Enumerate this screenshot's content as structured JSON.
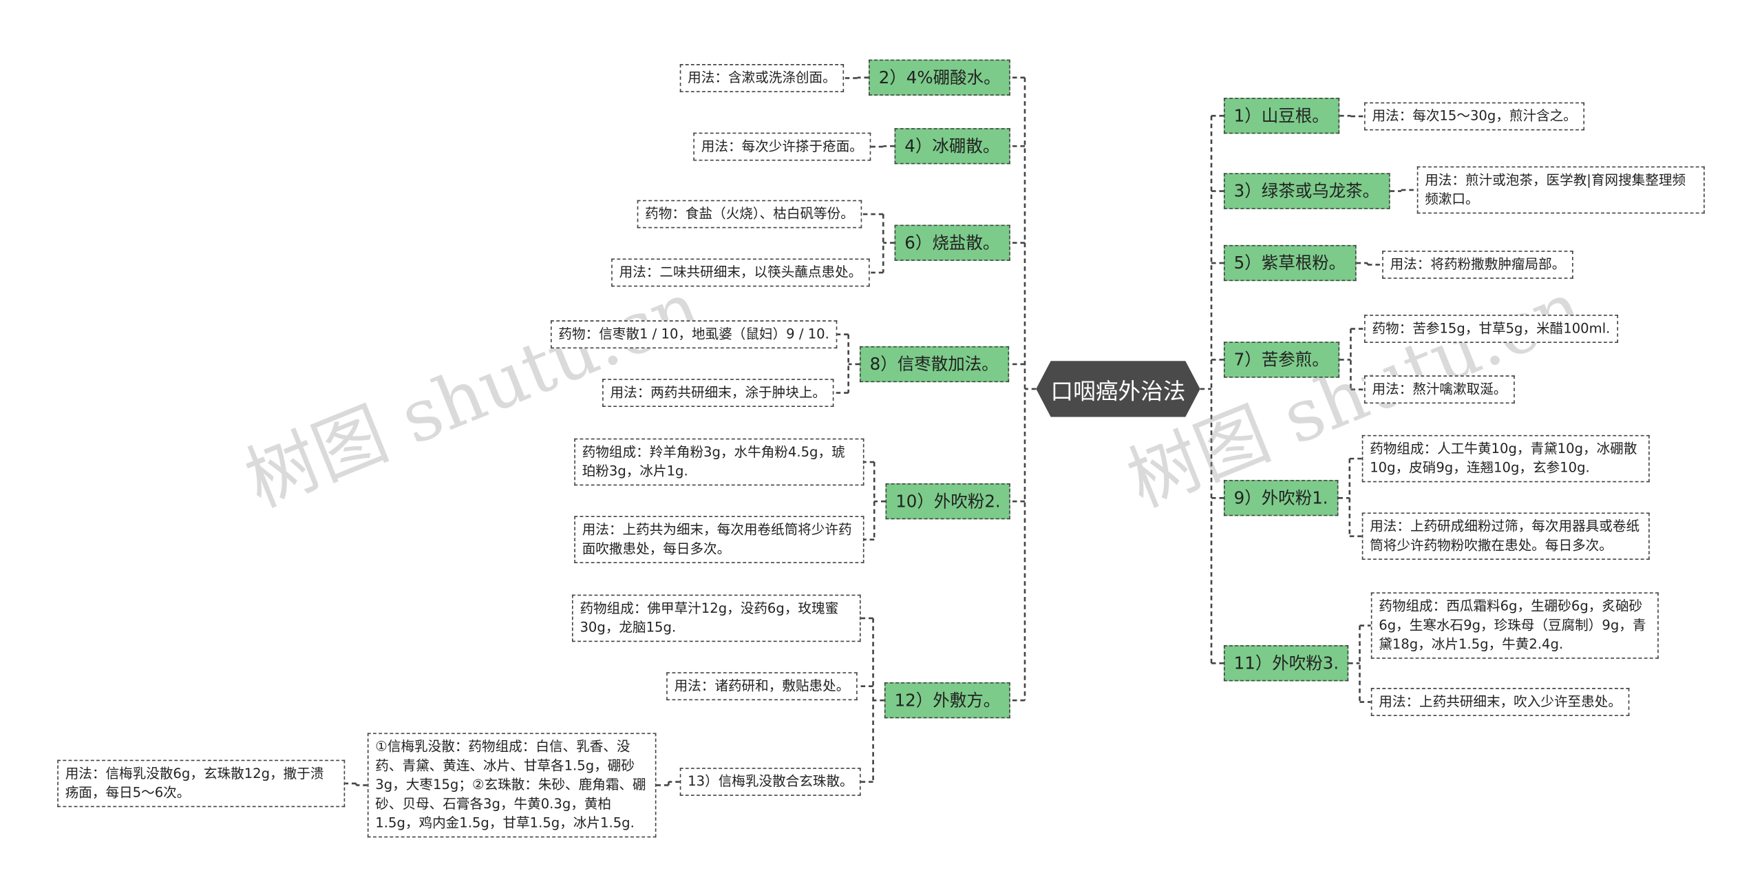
{
  "root": {
    "label": "口咽癌外治法"
  },
  "watermark": "树图 shutu.cn",
  "colors": {
    "branch_fill": "#7ccb8a",
    "root_fill": "#4a4a4a",
    "line": "#444444"
  },
  "left": {
    "b2": {
      "label": "2）4%硼酸水。",
      "c1": "用法：含漱或洗涤创面。"
    },
    "b4": {
      "label": "4）冰硼散。",
      "c1": "用法：每次少许搽于疮面。"
    },
    "b6": {
      "label": "6）烧盐散。",
      "c1": "药物：食盐（火烧）、枯白矾等份。",
      "c2": "用法：二味共研细末，以筷头蘸点患处。"
    },
    "b8": {
      "label": "8）信枣散加法。",
      "c1": "药物：信枣散1 / 10，地虱婆（鼠妇）9 / 10.",
      "c2": "用法：两药共研细末，涂于肿块上。"
    },
    "b10": {
      "label": "10）外吹粉2.",
      "c1": "药物组成：羚羊角粉3g，水牛角粉4.5g，琥珀粉3g，冰片1g.",
      "c2": "用法：上药共为细末，每次用卷纸筒将少许药面吹撒患处，每日多次。"
    },
    "b12": {
      "label": "12）外敷方。",
      "c1": "药物组成：佛甲草汁12g，没药6g，玫瑰蜜30g，龙脑15g.",
      "c2": "用法：诸药研和，敷贴患处。",
      "c3": "13）信梅乳没散合玄珠散。",
      "c3a": "①信梅乳没散：药物组成：白信、乳香、没药、青黛、黄连、冰片、甘草各1.5g，硼砂3g，大枣15g；②玄珠散：朱砂、鹿角霜、硼砂、贝母、石膏各3g，牛黄0.3g，黄柏1.5g，鸡内金1.5g，甘草1.5g，冰片1.5g.",
      "c3b": "用法：信梅乳没散6g，玄珠散12g，撒于溃疡面，每日5～6次。"
    }
  },
  "right": {
    "b1": {
      "label": "1）山豆根。",
      "c1": "用法：每次15～30g，煎汁含之。"
    },
    "b3": {
      "label": "3）绿茶或乌龙茶。",
      "c1": "用法：煎汁或泡茶，医学教|育网搜集整理频频漱口。"
    },
    "b5": {
      "label": "5）紫草根粉。",
      "c1": "用法：将药粉撒敷肿瘤局部。"
    },
    "b7": {
      "label": "7）苦参煎。",
      "c1": "药物：苦参15g，甘草5g，米醋100ml.",
      "c2": "用法：熬汁噙漱取涎。"
    },
    "b9": {
      "label": "9）外吹粉1.",
      "c1": "药物组成：人工牛黄10g，青黛10g，冰硼散10g，皮硝9g，连翘10g，玄参10g.",
      "c2": "用法：上药研成细粉过筛，每次用器具或卷纸筒将少许药物粉吹撒在患处。每日多次。"
    },
    "b11": {
      "label": "11）外吹粉3.",
      "c1": "药物组成：西瓜霜料6g，生硼砂6g，炙硇砂6g，生寒水石9g，珍珠母（豆腐制）9g，青黛18g，冰片1.5g，牛黄2.4g.",
      "c2": "用法：上药共研细末，吹入少许至患处。"
    }
  }
}
